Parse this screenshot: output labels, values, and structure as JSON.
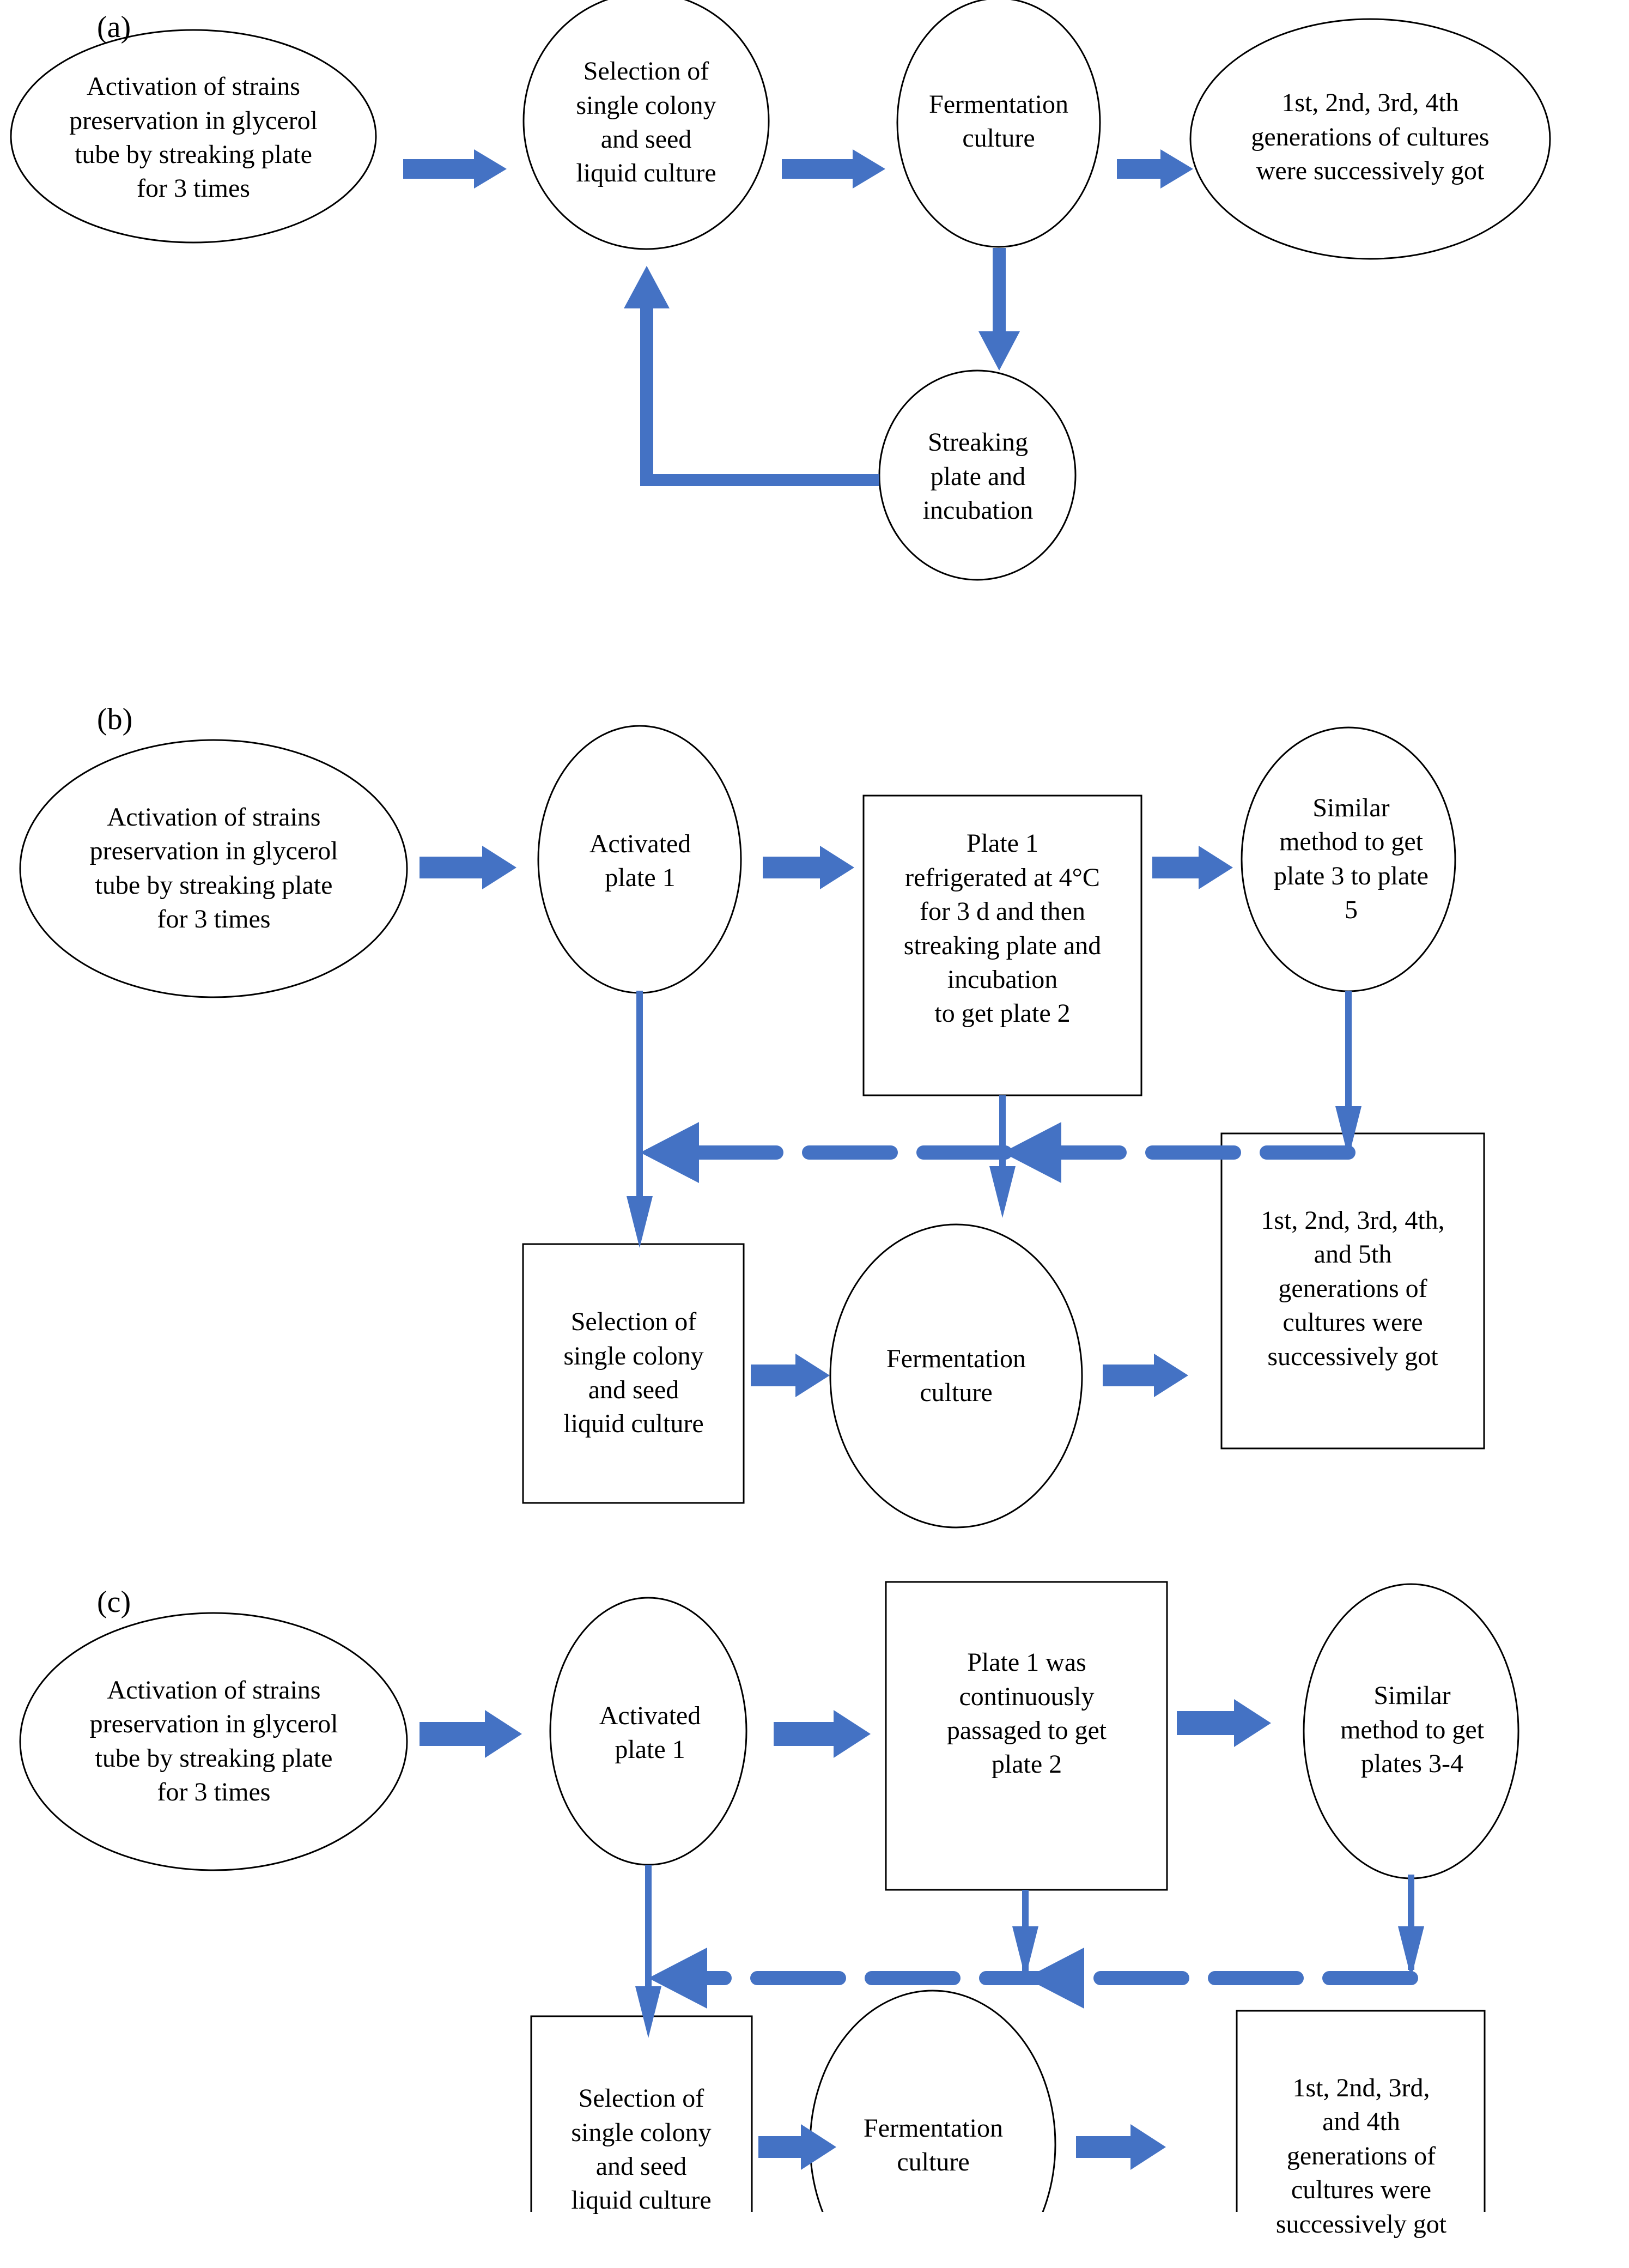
{
  "figure": {
    "background_color": "#ffffff",
    "outline_color": "#000000",
    "arrow_color": "#4472c4",
    "panels": [
      {
        "id": "a",
        "label": "(a)",
        "nodes": {
          "activation": "Activation of strains\npreservation in glycerol\ntube by streaking plate\nfor 3 times",
          "selection": "Selection of\nsingle colony\nand seed\nliquid culture",
          "fermentation": "Fermentation\nculture",
          "generations": "1st, 2nd, 3rd, 4th\ngenerations of cultures\nwere successively got",
          "streaking": "Streaking\nplate and\nincubation"
        }
      },
      {
        "id": "b",
        "label": "(b)",
        "nodes": {
          "activation": "Activation of strains\npreservation in glycerol\ntube by streaking plate\nfor 3 times",
          "activated_plate": "Activated\nplate 1",
          "plate_refrigerated": "Plate 1\nrefrigerated at 4°C\nfor 3 d and then\nstreaking plate and\nincubation\nto get plate 2",
          "similar_method": "Similar\nmethod to get\nplate 3 to plate\n5",
          "selection": "Selection of\nsingle colony\nand seed\nliquid culture",
          "fermentation": "Fermentation\nculture",
          "generations": "1st, 2nd, 3rd, 4th,\nand 5th\ngenerations of\ncultures were\nsuccessively got"
        }
      },
      {
        "id": "c",
        "label": "(c)",
        "nodes": {
          "activation": "Activation of strains\npreservation in glycerol\ntube by streaking plate\nfor 3 times",
          "activated_plate": "Activated\nplate 1",
          "plate_passaged": "Plate 1 was\ncontinuously\npassaged to get\nplate 2",
          "similar_method": "Similar\nmethod to get\nplates 3-4",
          "selection": "Selection of\nsingle colony\nand seed\nliquid culture",
          "fermentation": "Fermentation\nculture",
          "generations": "1st, 2nd, 3rd,\nand 4th\ngenerations of\ncultures were\nsuccessively got"
        }
      }
    ]
  }
}
